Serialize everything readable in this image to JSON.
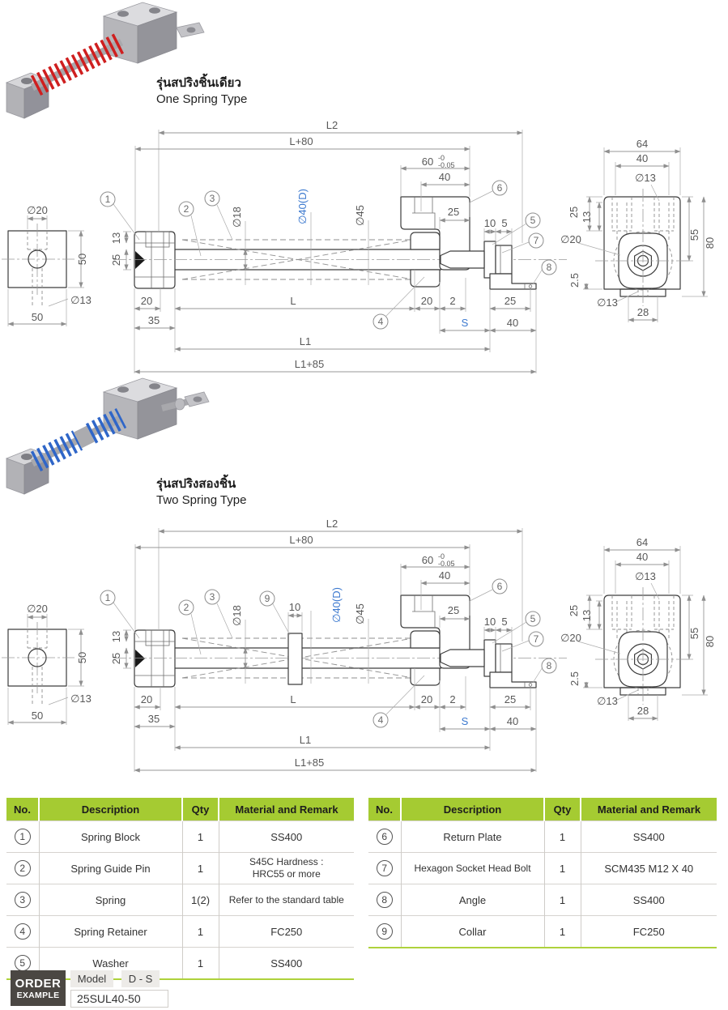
{
  "colors": {
    "accent_green": "#a5cb32",
    "green_border": "#aed23c",
    "dim_blue": "#3c79cf",
    "spring_red": "#cf1f1f",
    "spring_blue": "#2f66c8",
    "order_dark": "#4b4743",
    "chip_gray": "#edebe8"
  },
  "captions": {
    "one": {
      "th": "รุ่นสปริงชิ้นเดียว",
      "en": "One Spring Type"
    },
    "two": {
      "th": "รุ่นสปริงสองชิ้น",
      "en": "Two Spring Type"
    }
  },
  "dims": {
    "l2": "L2",
    "l_plus_80": "L+80",
    "d60": "60",
    "d60_tol_upper": "-0",
    "d60_tol_lower": "-0.05",
    "d40_top": "40",
    "d25_plate": "25",
    "d10": "10",
    "d5": "5",
    "dia18": "∅18",
    "dia40d": "∅40(D)",
    "dia45": "∅45",
    "v13": "13",
    "v25": "25",
    "b20_left": "20",
    "b35": "35",
    "L": "L",
    "b20_right": "20",
    "b2": "2",
    "b25": "25",
    "S": "S",
    "b40": "40",
    "L1": "L1",
    "L1_85": "L1+85"
  },
  "dims2": {
    "collar_width": "10"
  },
  "block_view": {
    "dia20": "∅20",
    "right50": "50",
    "dia13": "∅13",
    "bottom50": "50"
  },
  "side_view": {
    "d64": "64",
    "d40": "40",
    "dia13_top": "∅13",
    "d25": "25",
    "d13": "13",
    "dia20": "∅20",
    "d2_5": "2.5",
    "d55": "55",
    "d80": "80",
    "dia13_bottom": "∅13",
    "d28": "28"
  },
  "callouts": {
    "c1": "1",
    "c2": "2",
    "c3": "3",
    "c4": "4",
    "c5": "5",
    "c6": "6",
    "c7": "7",
    "c8": "8",
    "c9": "9"
  },
  "tables": {
    "left": {
      "headers": {
        "no": "No.",
        "desc": "Description",
        "qty": "Qty",
        "material": "Material and Remark"
      },
      "rows": [
        {
          "no": "1",
          "desc": "Spring Block",
          "qty": "1",
          "material": "SS400"
        },
        {
          "no": "2",
          "desc": "Spring Guide Pin",
          "qty": "1",
          "material": "S45C Hardness :\nHRC55 or more"
        },
        {
          "no": "3",
          "desc": "Spring",
          "qty": "1(2)",
          "material": "Refer to the standard table"
        },
        {
          "no": "4",
          "desc": "Spring Retainer",
          "qty": "1",
          "material": "FC250"
        },
        {
          "no": "5",
          "desc": "Washer",
          "qty": "1",
          "material": "SS400"
        }
      ]
    },
    "right": {
      "headers": {
        "no": "No.",
        "desc": "Description",
        "qty": "Qty",
        "material": "Material and Remark"
      },
      "rows": [
        {
          "no": "6",
          "desc": "Return Plate",
          "qty": "1",
          "material": "SS400"
        },
        {
          "no": "7",
          "desc": "Hexagon Socket Head Bolt",
          "qty": "1",
          "material": "SCM435 M12 X 40"
        },
        {
          "no": "8",
          "desc": "Angle",
          "qty": "1",
          "material": "SS400"
        },
        {
          "no": "9",
          "desc": "Collar",
          "qty": "1",
          "material": "FC250"
        }
      ]
    }
  },
  "order": {
    "label_line1": "ORDER",
    "label_line2": "EXAMPLE",
    "model_label": "Model",
    "model_code": "D - S",
    "example_code": "25SUL40-50"
  }
}
